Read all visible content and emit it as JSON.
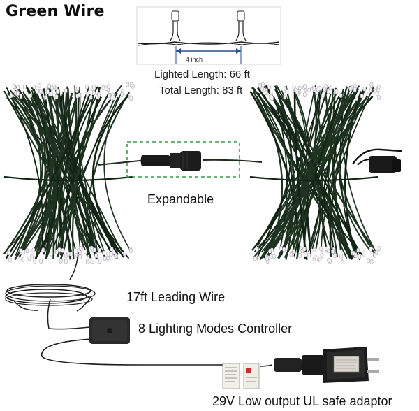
{
  "title": "Green Wire",
  "diagram": {
    "spacing_label": "4 inch"
  },
  "specs": {
    "lighted_length": "Lighted Length: 66 ft",
    "total_length": "Total Length: 83 ft"
  },
  "labels": {
    "expandable": "Expandable",
    "leading_wire": "17ft Leading Wire",
    "controller": "8 Lighting Modes Controller",
    "adaptor": "29V Low output UL safe adaptor"
  },
  "colors": {
    "wire": "#1e3320",
    "wire_dark": "#122314",
    "bulb": "#f4f0f6",
    "dashed_box": "#3a9a4a",
    "dimension_arrow": "#2b4f8c",
    "black_plastic": "#1a1a1a"
  }
}
